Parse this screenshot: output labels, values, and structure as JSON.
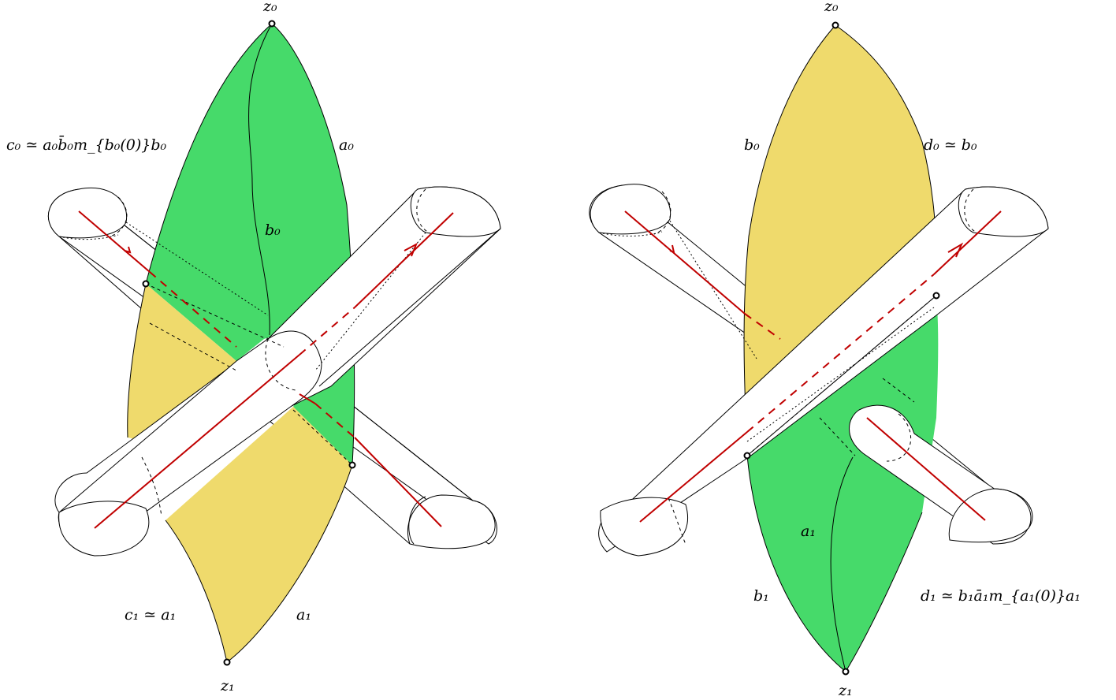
{
  "diagram": {
    "left": {
      "labels": {
        "z0": "z₀",
        "z1": "z₁",
        "a0": "a₀",
        "a1": "a₁",
        "b0": "b₀",
        "c0": "c₀ ≃ a₀b̄₀m_{b₀(0)}b₀",
        "c1": "c₁ ≃ a₁"
      }
    },
    "right": {
      "labels": {
        "z0": "z₀",
        "z1": "z₁",
        "b0": "b₀",
        "b1": "b₁",
        "a1": "a₁",
        "d0": "d₀ ≃ b₀",
        "d1": "d₁ ≃ b₁ā₁m_{a₁(0)}a₁"
      }
    },
    "colors": {
      "green": "#46da6a",
      "yellow": "#efda6c",
      "red": "#c00000"
    }
  }
}
